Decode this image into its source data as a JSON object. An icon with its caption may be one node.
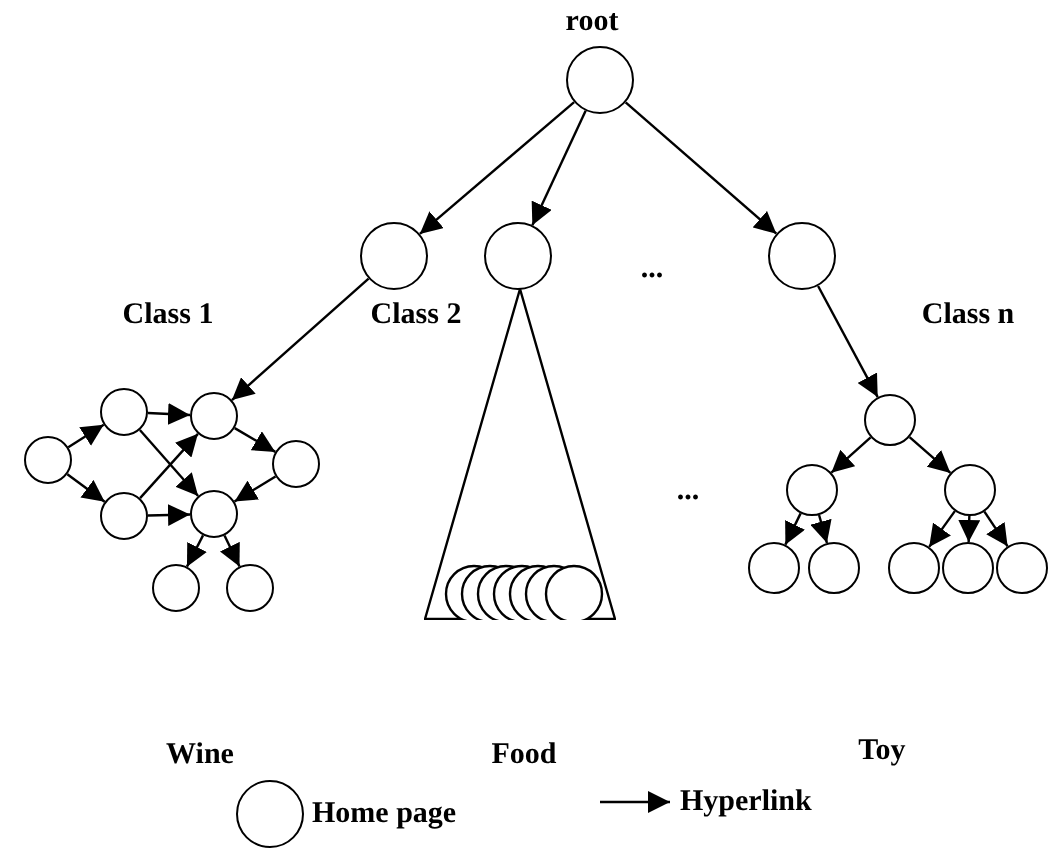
{
  "diagram": {
    "nodes": [
      {
        "text": [],
        "shape": "circle",
        "beside": [
          "root"
        ]
      },
      {
        "text": [],
        "shape": "circle"
      },
      {
        "text": [],
        "shape": "circle"
      },
      {
        "text": [],
        "shape": "circle"
      },
      {
        "text": [],
        "shape": "circle"
      },
      {
        "text": [],
        "shape": "circle"
      },
      {
        "text": [],
        "shape": "circle"
      },
      {
        "text": [],
        "shape": "circle"
      },
      {
        "text": [],
        "shape": "circle"
      },
      {
        "text": [],
        "shape": "circle"
      },
      {
        "text": [],
        "shape": "circle"
      },
      {
        "text": [],
        "shape": "circle"
      },
      {
        "text": [],
        "shape": "triangle"
      },
      {
        "text": [],
        "shape": "circle"
      },
      {
        "text": [],
        "shape": "circle"
      },
      {
        "text": [],
        "shape": "circle"
      },
      {
        "text": [],
        "shape": "circle"
      },
      {
        "text": [],
        "shape": "circle"
      },
      {
        "text": [],
        "shape": "circle"
      },
      {
        "text": [],
        "shape": "circle"
      },
      {
        "text": [],
        "shape": "circle"
      }
    ],
    "edges": [
      {
        "from": 0,
        "to": 1,
        "arrow": "to"
      },
      {
        "from": 0,
        "to": 2,
        "arrow": "to"
      },
      {
        "from": 0,
        "to": 3,
        "arrow": "to"
      },
      {
        "from": 1,
        "to": 6,
        "arrow": "to"
      },
      {
        "from": 4,
        "to": 5,
        "arrow": "to"
      },
      {
        "from": 4,
        "to": 7,
        "arrow": "to"
      },
      {
        "from": 5,
        "to": 6,
        "arrow": "to"
      },
      {
        "from": 5,
        "to": 9,
        "arrow": "to"
      },
      {
        "from": 7,
        "to": 6,
        "arrow": "to"
      },
      {
        "from": 7,
        "to": 9,
        "arrow": "to"
      },
      {
        "from": 6,
        "to": 8,
        "arrow": "to"
      },
      {
        "from": 8,
        "to": 9,
        "arrow": "to"
      },
      {
        "from": 9,
        "to": 10,
        "arrow": "to"
      },
      {
        "from": 9,
        "to": 11,
        "arrow": "to"
      },
      {
        "from": 3,
        "to": 13,
        "arrow": "to"
      },
      {
        "from": 13,
        "to": 14,
        "arrow": "to"
      },
      {
        "from": 13,
        "to": 15,
        "arrow": "to"
      },
      {
        "from": 14,
        "to": 16,
        "arrow": "to"
      },
      {
        "from": 14,
        "to": 17,
        "arrow": "to"
      },
      {
        "from": 15,
        "to": 18,
        "arrow": "to"
      },
      {
        "from": 15,
        "to": 19,
        "arrow": "to"
      },
      {
        "from": 15,
        "to": 20,
        "arrow": "to"
      }
    ],
    "labels": [
      "Class 1",
      "Class 2",
      "...",
      "Class n",
      "...",
      "Wine",
      "Food",
      "Toy"
    ],
    "legend": [
      {
        "text": "Home page"
      },
      {
        "text": "Hyperlink"
      }
    ]
  }
}
